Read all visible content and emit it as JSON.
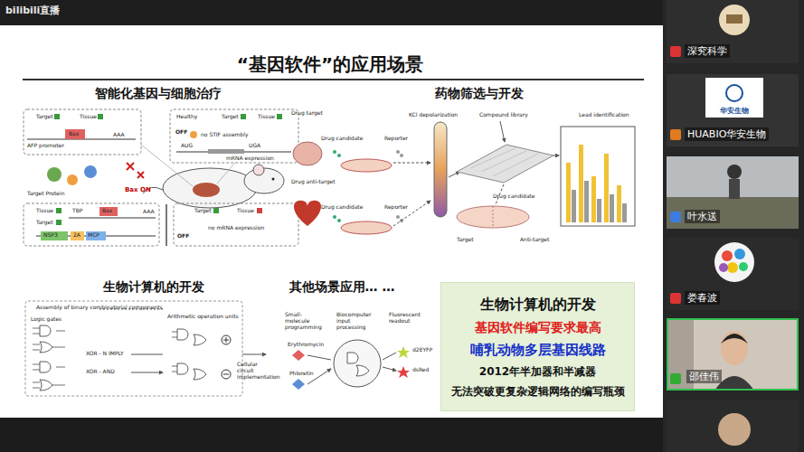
{
  "diagram": {
    "title": "“基因软件”的应用场景",
    "nodes": [
      {
        "text": [
          "生物计算机的开发",
          "基因软件编写要求最高",
          "哺乳动物多层基因线路",
          "2012年半加器和半减器",
          "无法突破更复杂逻辑网络的编写瓶颈"
        ]
      },
      {
        "text": [
          "深究科学"
        ]
      },
      {
        "text": [
          "HUABIO华安生物"
        ]
      },
      {
        "text": [
          "叶水送"
        ]
      },
      {
        "text": [
          "娄春波"
        ]
      },
      {
        "text": [
          "邵佳伟"
        ]
      }
    ],
    "labels": [
      "bilibili直播",
      "智能化基因与细胞治疗",
      "药物筛选与开发",
      "生物计算机的开发",
      "其他场景应用… …",
      "Target",
      "Tissue",
      "AFP promoter",
      "Bax",
      "AAA",
      "Target Protein",
      "Bax ON",
      "Healthy",
      "Target",
      "Tissue",
      "OFF",
      "no STIF assembly",
      "AUG",
      "UGA",
      "mRNA expression",
      "Tissue",
      "Target",
      "TBP",
      "Bax",
      "AAA",
      "NSP3",
      "2A",
      "MCP",
      "Target",
      "Tissue",
      "no mRNA expression",
      "OFF",
      "Drug target",
      "Drug candidate",
      "Reporter",
      "KCl depolarization",
      "Compound library",
      "Lead identification",
      "Drug anti-target",
      "Drug candidate",
      "Reporter",
      "Drug candidate",
      "Target",
      "Anti-target",
      "Assembly of binary combinatorial components",
      "Logic gates",
      "Arithmetic operation units",
      "XOR - N IMPLY",
      "XOR - AND",
      "Cellular circuit implementation",
      "Small-molecule programming",
      "Erythromycin",
      "Phloretin",
      "Biocomputer input processing",
      "Fluorescent readout",
      "d2EYFP",
      "dsRed",
      "华安生物"
    ]
  }
}
